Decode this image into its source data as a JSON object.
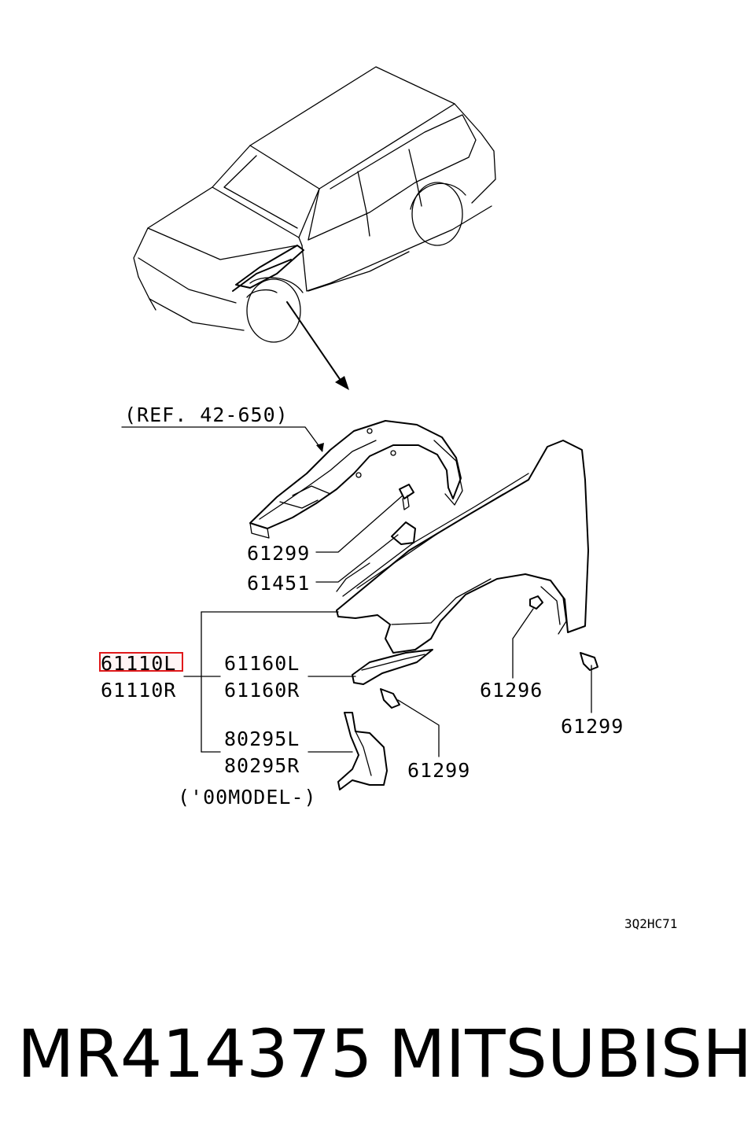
{
  "diagram": {
    "reference": "(REF. 42-650)",
    "labels": {
      "p61299_top": "61299",
      "p61451": "61451",
      "p61110L": "61110L",
      "p61110R": "61110R",
      "p61160L": "61160L",
      "p61160R": "61160R",
      "p61296": "61296",
      "p61299_right": "61299",
      "p61299_bottom": "61299",
      "p80295L": "80295L",
      "p80295R": "80295R",
      "model_note": "('00MODEL-)"
    },
    "highlighted_part": "61110L",
    "highlight_color": "#e0191b",
    "figure_code": "3Q2HC71"
  },
  "footer": {
    "part_number": "MR414375",
    "brand": "MITSUBISHI"
  }
}
